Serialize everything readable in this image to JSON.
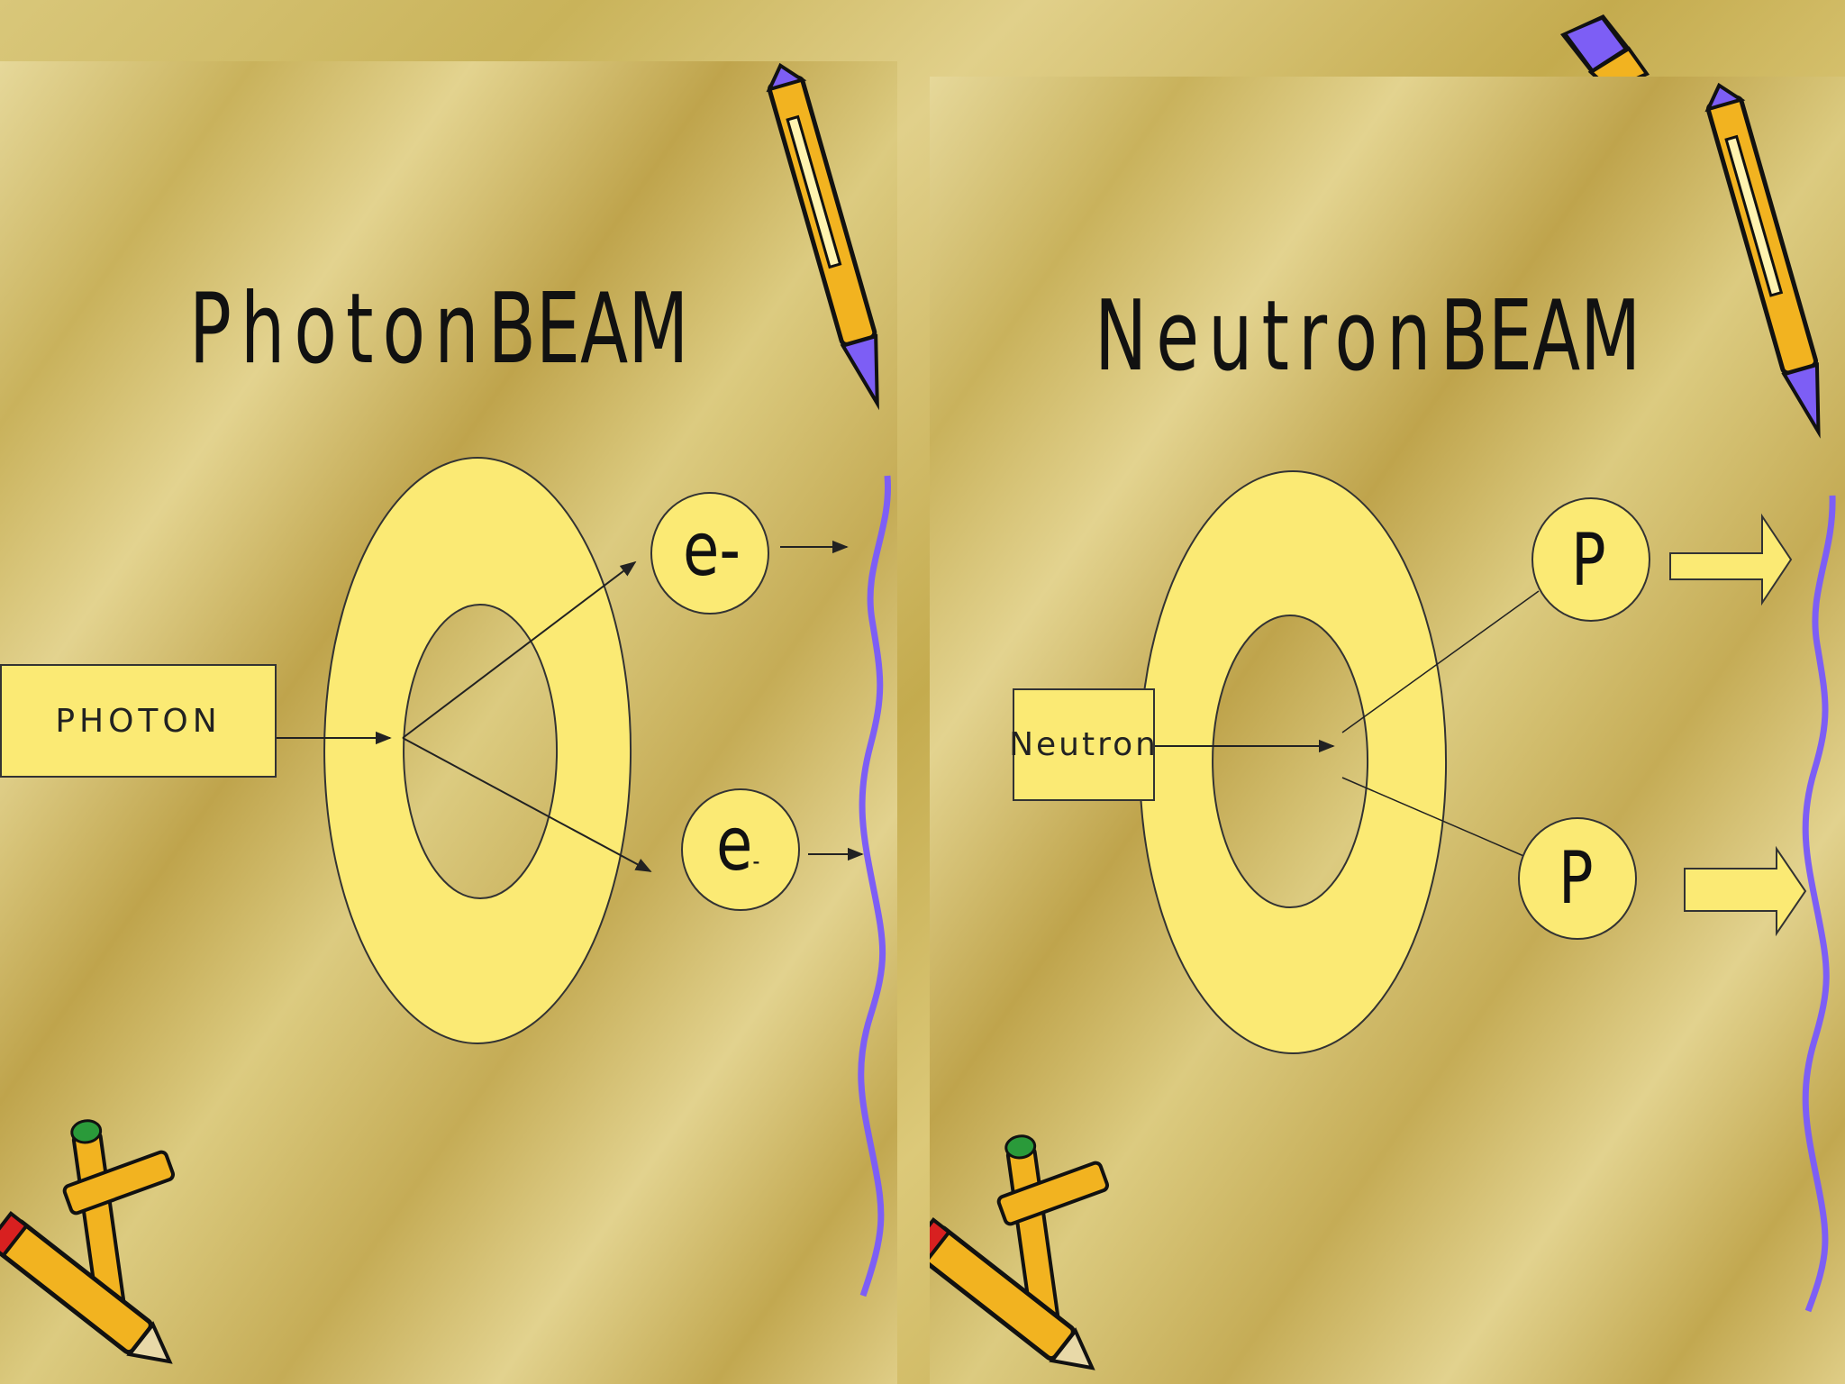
{
  "photon_panel": {
    "title_part1": "Photon",
    "title_part2": "BEAM",
    "source_label": "PHOTON",
    "particle_top": "e-",
    "particle_bottom": "e",
    "particle_bottom_sup": "-"
  },
  "neutron_panel": {
    "title_part1": "Neutron",
    "title_part2": "BEAM",
    "source_label": "Neutron",
    "particle_top": "P",
    "particle_bottom": "P"
  },
  "colors": {
    "ring_fill": "#fbea74",
    "line": "#222222",
    "squiggle": "#7d5ef5",
    "pencil_body": "#f2b320"
  }
}
